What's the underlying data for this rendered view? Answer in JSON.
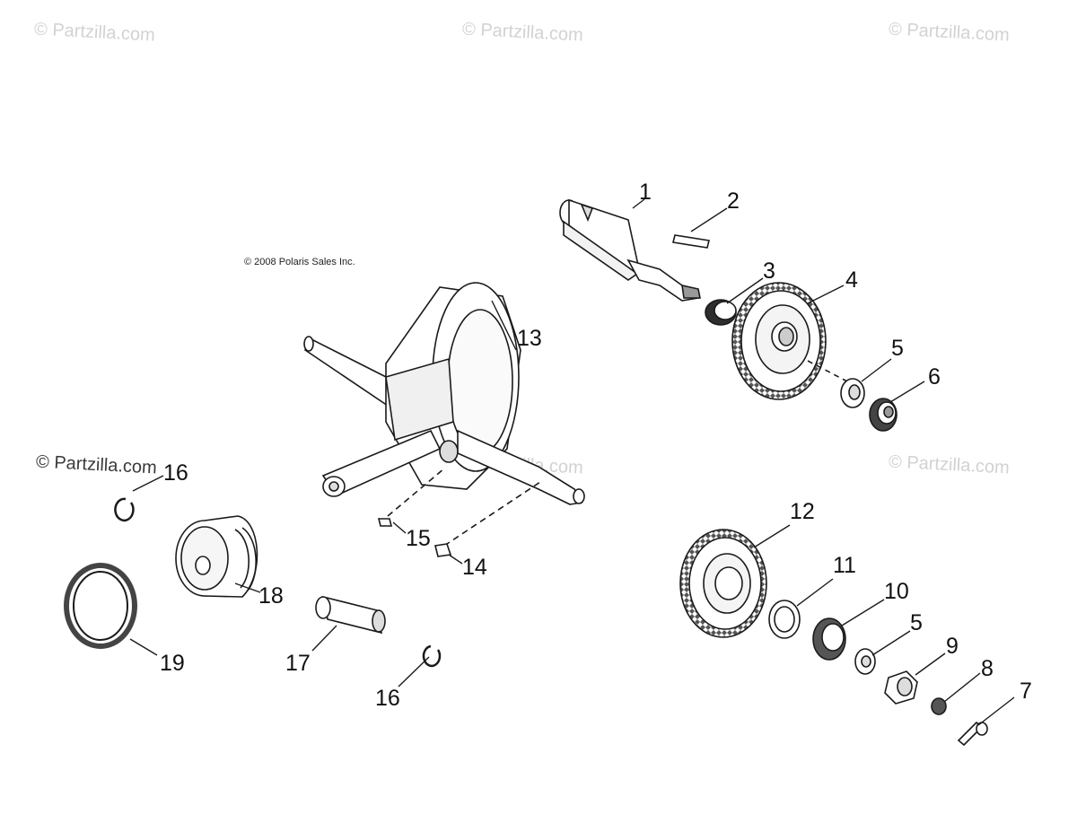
{
  "watermarks": [
    "© Partzilla.com",
    "© Partzilla.com",
    "© Partzilla.com",
    "© Partzilla.com",
    "© Partzilla.com",
    "© Partzilla.com"
  ],
  "copyright": "© 2008 Polaris Sales Inc.",
  "callouts": [
    "1",
    "2",
    "3",
    "4",
    "5",
    "6",
    "7",
    "8",
    "9",
    "10",
    "11",
    "12",
    "13",
    "14",
    "15",
    "16",
    "16",
    "17",
    "18",
    "19",
    "5"
  ],
  "colors": {
    "line": "#1a1a1a",
    "fill": "#ffffff",
    "shade": "#bdbdbd",
    "watermark": "#d2d2d2"
  }
}
